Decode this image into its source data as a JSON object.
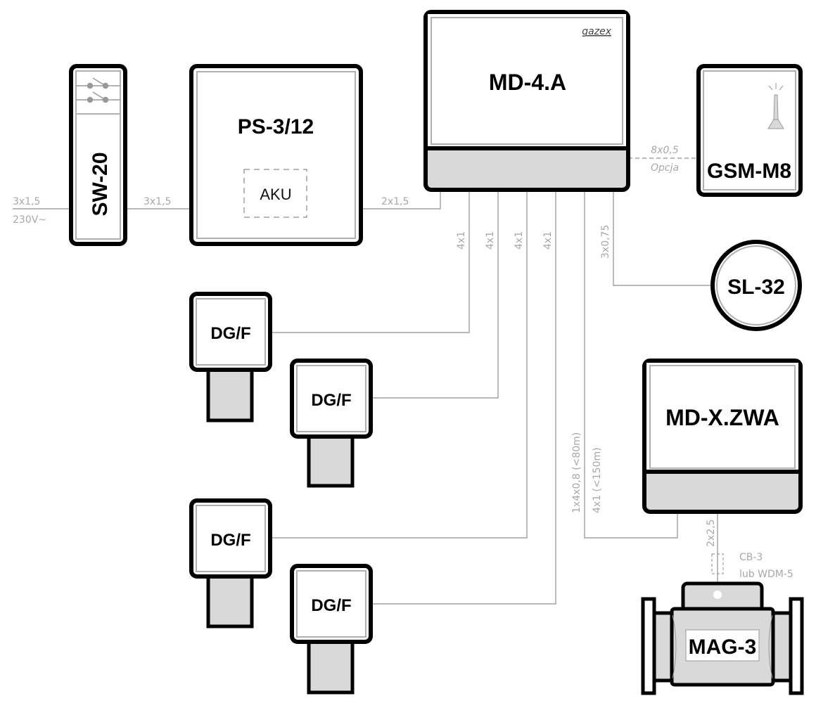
{
  "diagram": {
    "brand": "gazex",
    "devices": {
      "sw20": "SW-20",
      "ps": "PS-3/12",
      "aku": "AKU",
      "md4a": "MD-4.A",
      "gsm": "GSM-M8",
      "sl32": "SL-32",
      "mdx": "MD-X.ZWA",
      "mag3": "MAG-3",
      "dgf": [
        "DG/F",
        "DG/F",
        "DG/F",
        "DG/F"
      ]
    },
    "cables": {
      "mains_spec": "3x1,5",
      "mains_voltage": "230V~",
      "sw_to_ps": "3x1,5",
      "ps_to_md": "2x1,5",
      "detectors": [
        "4x1",
        "4x1",
        "4x1",
        "4x1"
      ],
      "sl32": "3x0,75",
      "gsm_spec": "8x0,5",
      "gsm_option": "Opcja",
      "mdx_a": "1x4x0,8 (<80m)",
      "mdx_b": "4x1 (<150m)",
      "mag3": "2x2,5",
      "mag3_box_a": "CB-3",
      "mag3_box_b": "lub WDM-5"
    }
  }
}
